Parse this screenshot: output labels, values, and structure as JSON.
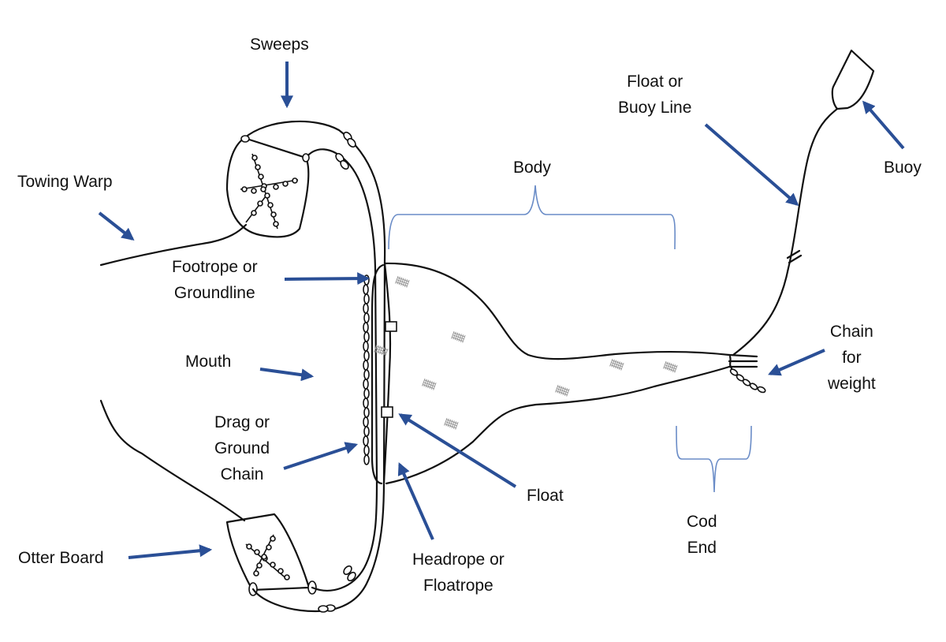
{
  "diagram": {
    "title": "Otter trawl net anatomy",
    "colors": {
      "arrow": "#2a4f96",
      "brace": "#6a8cc7",
      "line": "#111111",
      "background": "#ffffff"
    },
    "labels": {
      "sweeps": "Sweeps",
      "towing_warp": "Towing Warp",
      "footrope": "Footrope or\nGroundline",
      "mouth": "Mouth",
      "drag_chain": "Drag or\nGround\nChain",
      "otter_board": "Otter Board",
      "headrope": "Headrope or\nFloatrope",
      "float": "Float",
      "body": "Body",
      "cod_end": "Cod\nEnd",
      "chain_weight": "Chain\nfor\nweight",
      "float_line": "Float or\nBuoy Line",
      "buoy": "Buoy"
    }
  }
}
